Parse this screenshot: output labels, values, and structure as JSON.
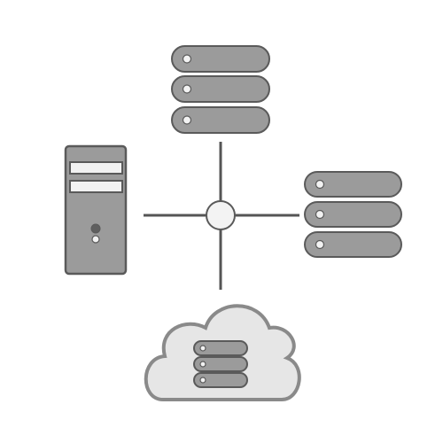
{
  "diagram": {
    "type": "network-topology",
    "hub": {
      "icon": "network-hub-icon"
    },
    "nodes": [
      {
        "id": "server-rack-top",
        "icon": "server-rack-icon",
        "units": 3,
        "position": "top"
      },
      {
        "id": "tower-server-left",
        "icon": "tower-server-icon",
        "position": "left"
      },
      {
        "id": "server-rack-right",
        "icon": "server-rack-icon",
        "units": 3,
        "position": "right"
      },
      {
        "id": "cloud-servers-bottom",
        "icon": "cloud-server-icon",
        "units": 3,
        "position": "bottom"
      }
    ],
    "connections": [
      {
        "from": "hub",
        "to": "server-rack-top"
      },
      {
        "from": "hub",
        "to": "tower-server-left"
      },
      {
        "from": "hub",
        "to": "server-rack-right"
      },
      {
        "from": "hub",
        "to": "cloud-servers-bottom"
      }
    ]
  },
  "colors": {
    "background": "#ffffff",
    "unit_fill": "#9b9b9b",
    "unit_stroke": "#5a5a5a",
    "led": "#f2f2f2",
    "line": "#555555",
    "cloud_fill": "#e6e6e6",
    "cloud_stroke": "#8a8a8a",
    "hub_fill": "#f3f3f3"
  }
}
